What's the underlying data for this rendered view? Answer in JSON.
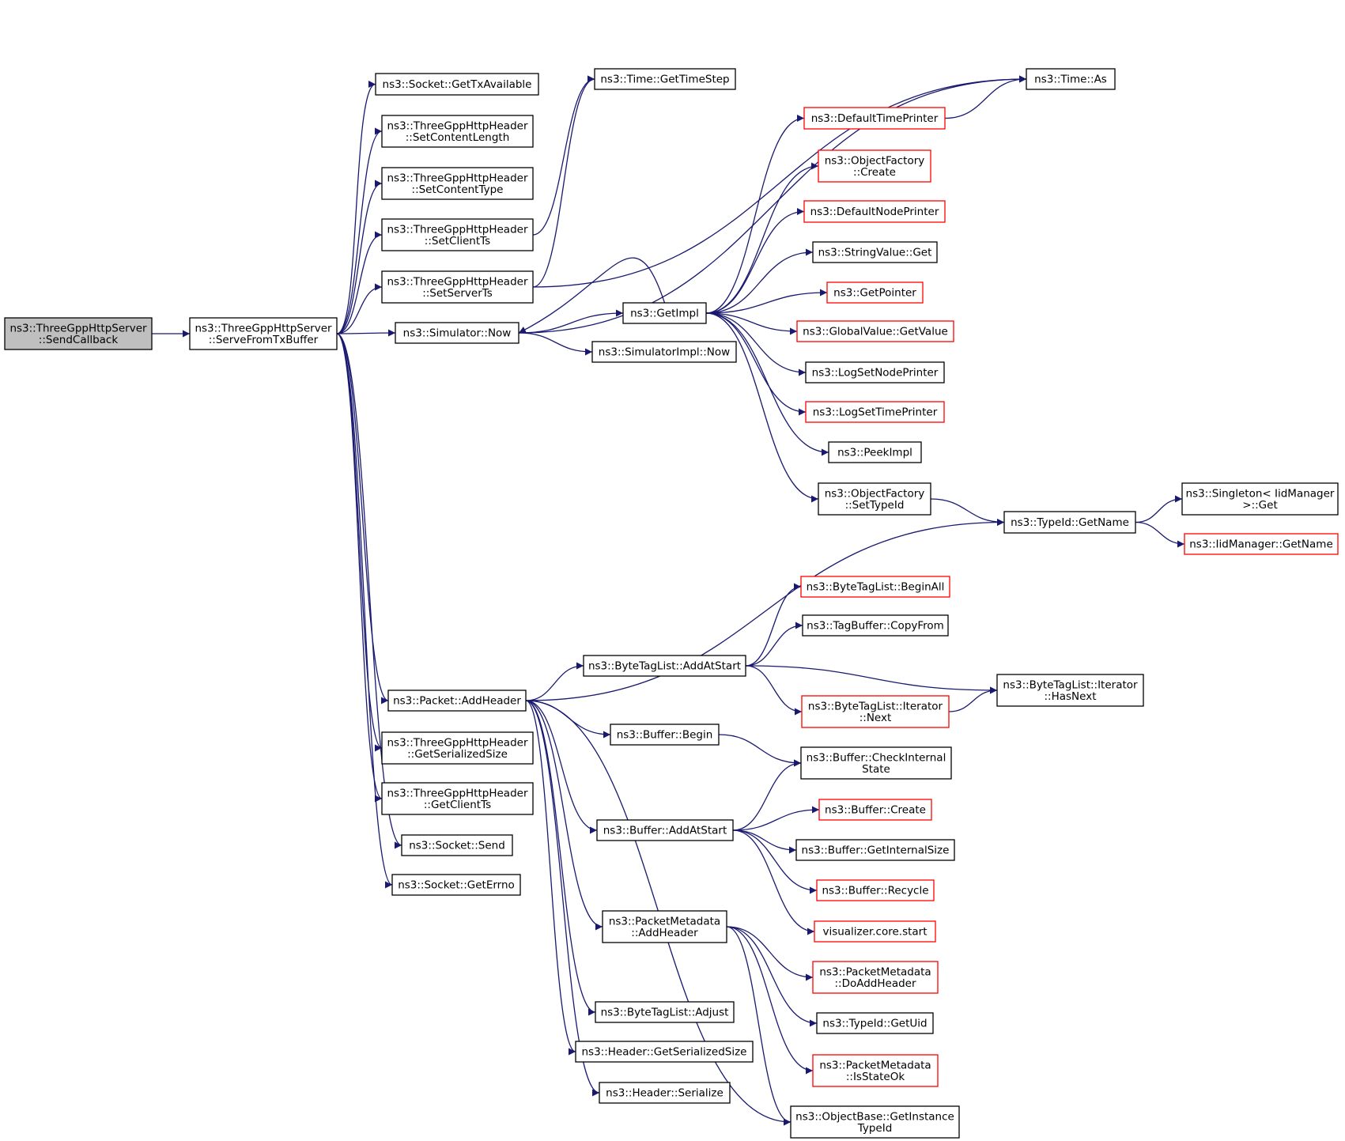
{
  "colors": {
    "edge": "#191970",
    "arrowhead": "#191970",
    "node_border": "#000000",
    "node_border_highlight": "#ff0000",
    "root_fill": "#bfbfbf",
    "node_fill": "#ffffff"
  },
  "nodes": [
    {
      "id": "send_callback",
      "lines": [
        "ns3::ThreeGppHttpServer",
        "::SendCallback"
      ],
      "style": "root"
    },
    {
      "id": "serve_from_tx_buffer",
      "lines": [
        "ns3::ThreeGppHttpServer",
        "::ServeFromTxBuffer"
      ],
      "style": "normal"
    },
    {
      "id": "socket_get_tx_available",
      "lines": [
        "ns3::Socket::GetTxAvailable"
      ],
      "style": "normal"
    },
    {
      "id": "set_content_length",
      "lines": [
        "ns3::ThreeGppHttpHeader",
        "::SetContentLength"
      ],
      "style": "normal"
    },
    {
      "id": "set_content_type",
      "lines": [
        "ns3::ThreeGppHttpHeader",
        "::SetContentType"
      ],
      "style": "normal"
    },
    {
      "id": "set_client_ts",
      "lines": [
        "ns3::ThreeGppHttpHeader",
        "::SetClientTs"
      ],
      "style": "normal"
    },
    {
      "id": "set_server_ts",
      "lines": [
        "ns3::ThreeGppHttpHeader",
        "::SetServerTs"
      ],
      "style": "normal"
    },
    {
      "id": "simulator_now",
      "lines": [
        "ns3::Simulator::Now"
      ],
      "style": "normal"
    },
    {
      "id": "packet_add_header",
      "lines": [
        "ns3::Packet::AddHeader"
      ],
      "style": "normal"
    },
    {
      "id": "get_serialized_size_http",
      "lines": [
        "ns3::ThreeGppHttpHeader",
        "::GetSerializedSize"
      ],
      "style": "normal"
    },
    {
      "id": "get_client_ts",
      "lines": [
        "ns3::ThreeGppHttpHeader",
        "::GetClientTs"
      ],
      "style": "normal"
    },
    {
      "id": "socket_send",
      "lines": [
        "ns3::Socket::Send"
      ],
      "style": "normal"
    },
    {
      "id": "socket_get_errno",
      "lines": [
        "ns3::Socket::GetErrno"
      ],
      "style": "normal"
    },
    {
      "id": "time_get_time_step",
      "lines": [
        "ns3::Time::GetTimeStep"
      ],
      "style": "normal"
    },
    {
      "id": "get_impl",
      "lines": [
        "ns3::GetImpl"
      ],
      "style": "normal"
    },
    {
      "id": "simulator_impl_now",
      "lines": [
        "ns3::SimulatorImpl::Now"
      ],
      "style": "normal"
    },
    {
      "id": "byte_tag_list_add_at_start",
      "lines": [
        "ns3::ByteTagList::AddAtStart"
      ],
      "style": "normal"
    },
    {
      "id": "buffer_begin",
      "lines": [
        "ns3::Buffer::Begin"
      ],
      "style": "normal"
    },
    {
      "id": "buffer_add_at_start",
      "lines": [
        "ns3::Buffer::AddAtStart"
      ],
      "style": "normal"
    },
    {
      "id": "packet_metadata_add_header",
      "lines": [
        "ns3::PacketMetadata",
        "::AddHeader"
      ],
      "style": "normal"
    },
    {
      "id": "byte_tag_list_adjust",
      "lines": [
        "ns3::ByteTagList::Adjust"
      ],
      "style": "normal"
    },
    {
      "id": "header_get_serialized_size",
      "lines": [
        "ns3::Header::GetSerializedSize"
      ],
      "style": "normal"
    },
    {
      "id": "header_serialize",
      "lines": [
        "ns3::Header::Serialize"
      ],
      "style": "normal"
    },
    {
      "id": "default_time_printer",
      "lines": [
        "ns3::DefaultTimePrinter"
      ],
      "style": "highlight"
    },
    {
      "id": "object_factory_create",
      "lines": [
        "ns3::ObjectFactory",
        "::Create"
      ],
      "style": "highlight"
    },
    {
      "id": "default_node_printer",
      "lines": [
        "ns3::DefaultNodePrinter"
      ],
      "style": "highlight"
    },
    {
      "id": "string_value_get",
      "lines": [
        "ns3::StringValue::Get"
      ],
      "style": "normal"
    },
    {
      "id": "get_pointer",
      "lines": [
        "ns3::GetPointer"
      ],
      "style": "highlight"
    },
    {
      "id": "global_value_get_value",
      "lines": [
        "ns3::GlobalValue::GetValue"
      ],
      "style": "highlight"
    },
    {
      "id": "log_set_node_printer",
      "lines": [
        "ns3::LogSetNodePrinter"
      ],
      "style": "normal"
    },
    {
      "id": "log_set_time_printer",
      "lines": [
        "ns3::LogSetTimePrinter"
      ],
      "style": "highlight"
    },
    {
      "id": "peek_impl",
      "lines": [
        "ns3::PeekImpl"
      ],
      "style": "normal"
    },
    {
      "id": "object_factory_set_type_id",
      "lines": [
        "ns3::ObjectFactory",
        "::SetTypeId"
      ],
      "style": "normal"
    },
    {
      "id": "byte_tag_list_begin_all",
      "lines": [
        "ns3::ByteTagList::BeginAll"
      ],
      "style": "highlight"
    },
    {
      "id": "tag_buffer_copy_from",
      "lines": [
        "ns3::TagBuffer::CopyFrom"
      ],
      "style": "normal"
    },
    {
      "id": "byte_tag_list_iterator_next",
      "lines": [
        "ns3::ByteTagList::Iterator",
        "::Next"
      ],
      "style": "highlight"
    },
    {
      "id": "buffer_check_internal_state",
      "lines": [
        "ns3::Buffer::CheckInternal",
        "State"
      ],
      "style": "normal"
    },
    {
      "id": "buffer_create",
      "lines": [
        "ns3::Buffer::Create"
      ],
      "style": "highlight"
    },
    {
      "id": "buffer_get_internal_size",
      "lines": [
        "ns3::Buffer::GetInternalSize"
      ],
      "style": "normal"
    },
    {
      "id": "buffer_recycle",
      "lines": [
        "ns3::Buffer::Recycle"
      ],
      "style": "highlight"
    },
    {
      "id": "visualizer_core_start",
      "lines": [
        "visualizer.core.start"
      ],
      "style": "highlight"
    },
    {
      "id": "packet_metadata_do_add_header",
      "lines": [
        "ns3::PacketMetadata",
        "::DoAddHeader"
      ],
      "style": "highlight"
    },
    {
      "id": "type_id_get_uid",
      "lines": [
        "ns3::TypeId::GetUid"
      ],
      "style": "normal"
    },
    {
      "id": "packet_metadata_is_state_ok",
      "lines": [
        "ns3::PacketMetadata",
        "::IsStateOk"
      ],
      "style": "highlight"
    },
    {
      "id": "object_base_get_instance_type_id",
      "lines": [
        "ns3::ObjectBase::GetInstance",
        "TypeId"
      ],
      "style": "normal"
    },
    {
      "id": "time_as",
      "lines": [
        "ns3::Time::As"
      ],
      "style": "normal"
    },
    {
      "id": "type_id_get_name",
      "lines": [
        "ns3::TypeId::GetName"
      ],
      "style": "normal"
    },
    {
      "id": "byte_tag_list_iterator_has_next",
      "lines": [
        "ns3::ByteTagList::Iterator",
        "::HasNext"
      ],
      "style": "normal"
    },
    {
      "id": "singleton_iid_manager_get",
      "lines": [
        "ns3::Singleton< IidManager",
        ">::Get"
      ],
      "style": "normal"
    },
    {
      "id": "iid_manager_get_name",
      "lines": [
        "ns3::IidManager::GetName"
      ],
      "style": "highlight"
    }
  ],
  "edges": [
    [
      "send_callback",
      "serve_from_tx_buffer"
    ],
    [
      "serve_from_tx_buffer",
      "socket_get_tx_available"
    ],
    [
      "serve_from_tx_buffer",
      "set_content_length"
    ],
    [
      "serve_from_tx_buffer",
      "set_content_type"
    ],
    [
      "serve_from_tx_buffer",
      "set_client_ts"
    ],
    [
      "serve_from_tx_buffer",
      "set_server_ts"
    ],
    [
      "serve_from_tx_buffer",
      "simulator_now"
    ],
    [
      "serve_from_tx_buffer",
      "packet_add_header"
    ],
    [
      "serve_from_tx_buffer",
      "get_serialized_size_http"
    ],
    [
      "serve_from_tx_buffer",
      "get_client_ts"
    ],
    [
      "serve_from_tx_buffer",
      "socket_send"
    ],
    [
      "serve_from_tx_buffer",
      "socket_get_errno"
    ],
    [
      "set_client_ts",
      "time_get_time_step"
    ],
    [
      "set_server_ts",
      "time_get_time_step"
    ],
    [
      "set_server_ts",
      "time_as"
    ],
    [
      "simulator_now",
      "get_impl"
    ],
    [
      "simulator_now",
      "simulator_impl_now"
    ],
    [
      "simulator_now",
      "time_as"
    ],
    [
      "get_impl",
      "simulator_now"
    ],
    [
      "get_impl",
      "default_time_printer"
    ],
    [
      "get_impl",
      "object_factory_create"
    ],
    [
      "get_impl",
      "default_node_printer"
    ],
    [
      "get_impl",
      "string_value_get"
    ],
    [
      "get_impl",
      "get_pointer"
    ],
    [
      "get_impl",
      "global_value_get_value"
    ],
    [
      "get_impl",
      "log_set_node_printer"
    ],
    [
      "get_impl",
      "log_set_time_printer"
    ],
    [
      "get_impl",
      "peek_impl"
    ],
    [
      "get_impl",
      "object_factory_set_type_id"
    ],
    [
      "default_time_printer",
      "time_as"
    ],
    [
      "object_factory_set_type_id",
      "type_id_get_name"
    ],
    [
      "type_id_get_name",
      "singleton_iid_manager_get"
    ],
    [
      "type_id_get_name",
      "iid_manager_get_name"
    ],
    [
      "packet_add_header",
      "type_id_get_name"
    ],
    [
      "packet_add_header",
      "byte_tag_list_add_at_start"
    ],
    [
      "packet_add_header",
      "buffer_begin"
    ],
    [
      "packet_add_header",
      "buffer_add_at_start"
    ],
    [
      "packet_add_header",
      "packet_metadata_add_header"
    ],
    [
      "packet_add_header",
      "byte_tag_list_adjust"
    ],
    [
      "packet_add_header",
      "header_get_serialized_size"
    ],
    [
      "packet_add_header",
      "header_serialize"
    ],
    [
      "packet_add_header",
      "object_base_get_instance_type_id"
    ],
    [
      "byte_tag_list_add_at_start",
      "byte_tag_list_begin_all"
    ],
    [
      "byte_tag_list_add_at_start",
      "tag_buffer_copy_from"
    ],
    [
      "byte_tag_list_add_at_start",
      "byte_tag_list_iterator_has_next"
    ],
    [
      "byte_tag_list_add_at_start",
      "byte_tag_list_iterator_next"
    ],
    [
      "byte_tag_list_iterator_next",
      "byte_tag_list_iterator_has_next"
    ],
    [
      "buffer_begin",
      "buffer_check_internal_state"
    ],
    [
      "buffer_add_at_start",
      "buffer_check_internal_state"
    ],
    [
      "buffer_add_at_start",
      "buffer_create"
    ],
    [
      "buffer_add_at_start",
      "buffer_get_internal_size"
    ],
    [
      "buffer_add_at_start",
      "buffer_recycle"
    ],
    [
      "buffer_add_at_start",
      "visualizer_core_start"
    ],
    [
      "packet_metadata_add_header",
      "packet_metadata_do_add_header"
    ],
    [
      "packet_metadata_add_header",
      "type_id_get_uid"
    ],
    [
      "packet_metadata_add_header",
      "packet_metadata_is_state_ok"
    ],
    [
      "packet_metadata_add_header",
      "object_base_get_instance_type_id"
    ]
  ]
}
